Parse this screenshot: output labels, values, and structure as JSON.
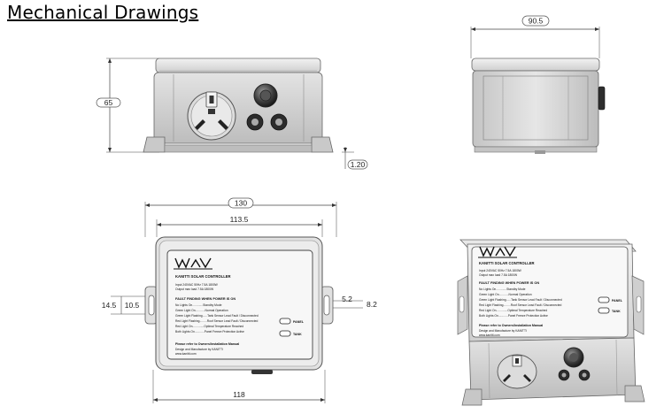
{
  "heading": "Mechanical Drawings",
  "dimensions": {
    "front_height": "65",
    "side_width": "90.5",
    "side_foot": "1.20",
    "top_overall": "130",
    "top_body": "113.5",
    "top_base": "118",
    "slot_outer": "14.5",
    "slot_inner": "10.5",
    "hole_small": "5.2",
    "hole_large": "8.2"
  },
  "label": {
    "title": "KANITTI SOLAR CONTROLLER",
    "input": "Input 240VAC 50Hz 7.5A 1800W",
    "output": "Output max load 7.5A 1800W",
    "section": "FAULT FINDING WHEN POWER IS ON",
    "rows": [
      "No Lights On.............Standby Mode",
      "Green Light On............Normal Operation",
      "Green Light Flashing......Tank Sensor Lead Fault / Disconnected",
      "Red Light Flashing.........Roof Sensor Lead Fault / Disconnected",
      "Red Light On..............Optimal Temperature Reached",
      "Both Lights On............Panel Freeze Protection Active"
    ],
    "refer": "Please refer to Owners/Installation Manual",
    "design": "Design and Manufacture by KANITTI",
    "web": "www.kanitti.com",
    "led_panel": "PANEL",
    "led_tank": "TANK"
  }
}
